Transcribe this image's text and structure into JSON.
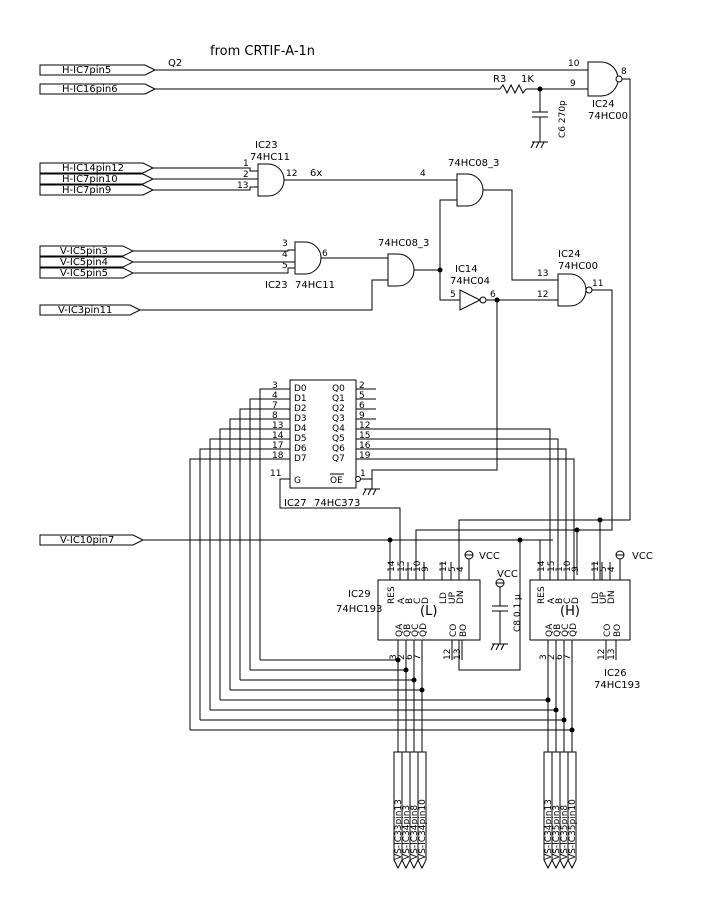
{
  "title": "from CRTIF-A-1n",
  "ports": {
    "h_ic7pin5": "H-IC7pin5",
    "h_ic16pin6": "H-IC16pin6",
    "h_ic14pin12": "H-IC14pin12",
    "h_ic7pin10": "H-IC7pin10",
    "h_ic7pin9": "H-IC7pin9",
    "v_ic5pin3": "V-IC5pin3",
    "v_ic5pin4": "V-IC5pin4",
    "v_ic5pin5": "V-IC5pin5",
    "v_ic3pin11": "V-IC3pin11",
    "v_ic10pin7": "V-IC10pin7",
    "vs_l": [
      "VS-IC33pin13",
      "VS-IC34pin3",
      "VS-IC34pin8",
      "VS-IC34pin10"
    ],
    "vs_h": [
      "VS-IC34pin13",
      "VS-IC35pin3",
      "VS-IC35pin8",
      "VS-IC35pin10"
    ]
  },
  "nets": {
    "q2": "Q2",
    "sixx": "6x",
    "vcc": "VCC"
  },
  "parts": {
    "r3": {
      "ref": "R3",
      "value": "1K"
    },
    "c6": {
      "label": "C6 270p"
    },
    "c8": {
      "label": "C8 0.1 μ"
    },
    "ic24a": {
      "ref": "IC24",
      "type": "74HC00",
      "pins": [
        "10",
        "9",
        "8"
      ]
    },
    "ic24b": {
      "ref": "IC24",
      "type": "74HC00",
      "pins": [
        "13",
        "12",
        "11"
      ]
    },
    "ic23a": {
      "ref": "IC23",
      "type": "74HC11",
      "pins": [
        "1",
        "2",
        "13",
        "12"
      ]
    },
    "ic23b": {
      "ref": "IC23",
      "type": "74HC11",
      "pins": [
        "3",
        "4",
        "5",
        "6"
      ]
    },
    "and_top": {
      "type": "74HC08_3",
      "pins": [
        "4"
      ]
    },
    "and_mid": {
      "type": "74HC08_3"
    },
    "ic14": {
      "ref": "IC14",
      "type": "74HC04",
      "pins": [
        "5",
        "6"
      ]
    },
    "ic27": {
      "ref": "IC27",
      "type": "74HC373",
      "left_pins": [
        "3",
        "4",
        "7",
        "8",
        "13",
        "14",
        "17",
        "18"
      ],
      "left_names": [
        "D0",
        "D1",
        "D2",
        "D3",
        "D4",
        "D5",
        "D6",
        "D7"
      ],
      "right_names": [
        "Q0",
        "Q1",
        "Q2",
        "Q3",
        "Q4",
        "Q5",
        "Q6",
        "Q7"
      ],
      "right_pins": [
        "2",
        "5",
        "6",
        "9",
        "12",
        "15",
        "16",
        "19"
      ],
      "g_pin": "11",
      "g_name": "G",
      "oe_pin": "1",
      "oe_name": "OE"
    },
    "ic29": {
      "ref": "IC29",
      "type": "74HC193",
      "mark": "(L)",
      "top_pins": [
        "14",
        "15",
        "1",
        "10",
        "9",
        "11",
        "5",
        "4"
      ],
      "top_names": [
        "RES",
        "A",
        "B",
        "C",
        "D",
        "LD",
        "UP",
        "DN"
      ],
      "bot_names": [
        "QA",
        "QB",
        "QC",
        "QD",
        "CO",
        "BO"
      ],
      "bot_pins": [
        "3",
        "2",
        "6",
        "7",
        "12",
        "13"
      ]
    },
    "ic26": {
      "ref": "IC26",
      "type": "74HC193",
      "mark": "(H)",
      "top_pins": [
        "14",
        "15",
        "1",
        "10",
        "9",
        "11",
        "5",
        "4"
      ],
      "top_names": [
        "RES",
        "A",
        "B",
        "C",
        "D",
        "LD",
        "UP",
        "DN"
      ],
      "bot_names": [
        "QA",
        "QB",
        "QC",
        "QD",
        "CO",
        "BO"
      ],
      "bot_pins": [
        "3",
        "2",
        "6",
        "7",
        "12",
        "13"
      ]
    }
  }
}
